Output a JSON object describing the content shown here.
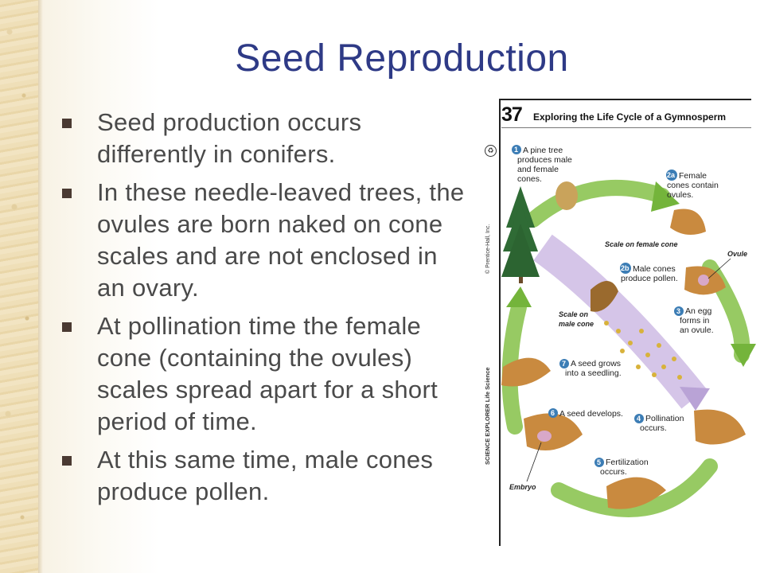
{
  "slide": {
    "title": "Seed Reproduction",
    "bullets": [
      "Seed production occurs differently in conifers.",
      "In these needle-leaved trees, the ovules are born naked on cone scales and are not enclosed in an ovary.",
      "At pollination time the female cone (containing the ovules) scales spread apart for a short period of time.",
      "At this same time, male cones produce pollen."
    ]
  },
  "figure": {
    "number": "37",
    "title": "Exploring the Life Cycle of a Gymnosperm",
    "side_text_top": "© Prentice-Hall, Inc.",
    "side_text_bottom": "SCIENCE EXPLORER  Life Science",
    "recycle_symbol": "♻",
    "steps": {
      "s1": {
        "num": "1",
        "lines": [
          "A pine tree",
          "produces male",
          "and female",
          "cones."
        ]
      },
      "s2a": {
        "num": "2a",
        "lines": [
          "Female",
          "cones contain",
          "ovules."
        ]
      },
      "s2b": {
        "num": "2b",
        "lines": [
          "Male cones",
          "produce pollen."
        ]
      },
      "s3": {
        "num": "3",
        "lines": [
          "An egg",
          "forms in",
          "an ovule."
        ]
      },
      "s4": {
        "num": "4",
        "lines": [
          "Pollination",
          "occurs."
        ]
      },
      "s5": {
        "num": "5",
        "lines": [
          "Fertilization",
          "occurs."
        ]
      },
      "s6": {
        "num": "6",
        "lines": [
          "A seed develops."
        ]
      },
      "s7": {
        "num": "7",
        "lines": [
          "A seed grows",
          "into a seedling."
        ]
      }
    },
    "labels": {
      "scale_female": "Scale on female cone",
      "ovule": "Ovule",
      "scale_male": [
        "Scale on",
        "male cone"
      ],
      "embryo": "Embryo"
    },
    "colors": {
      "arrow": "#74b43b",
      "step_circle": "#3c7db5",
      "pollen_path": "#b9a3d6",
      "cone": "#c98a3f"
    }
  }
}
